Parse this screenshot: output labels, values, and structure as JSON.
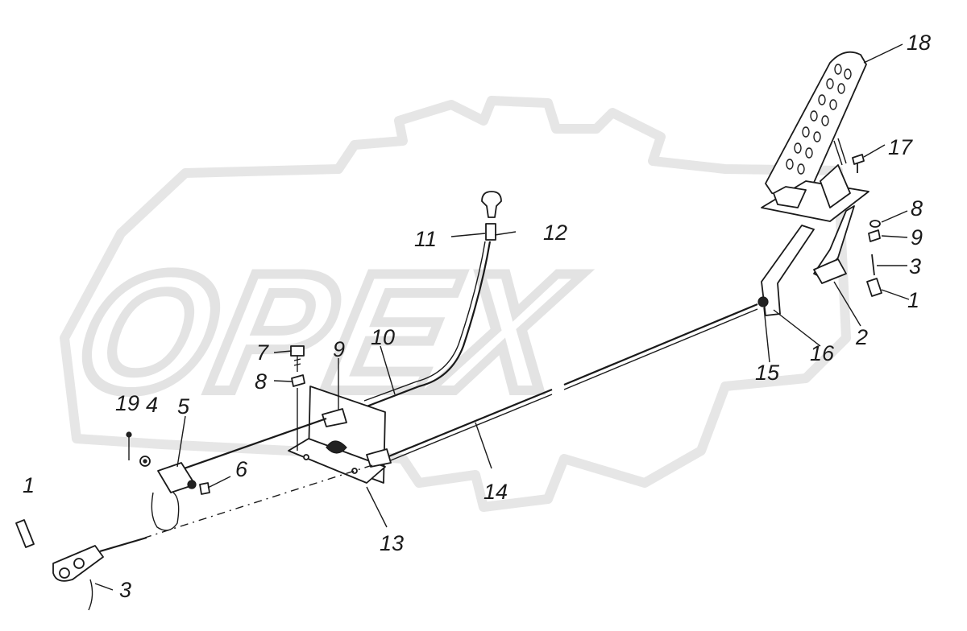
{
  "watermark": {
    "text": "OPEX"
  },
  "labels": {
    "l18": "18",
    "l17": "17",
    "l8a": "8",
    "l9a": "9",
    "l3a": "3",
    "l1a": "1",
    "l2": "2",
    "l16": "16",
    "l15": "15",
    "l11": "11",
    "l12": "12",
    "l10": "10",
    "l9b": "9",
    "l7": "7",
    "l8b": "8",
    "l19": "19",
    "l4": "4",
    "l5": "5",
    "l6": "6",
    "l14": "14",
    "l13": "13",
    "l1b": "1",
    "l3b": "3"
  }
}
